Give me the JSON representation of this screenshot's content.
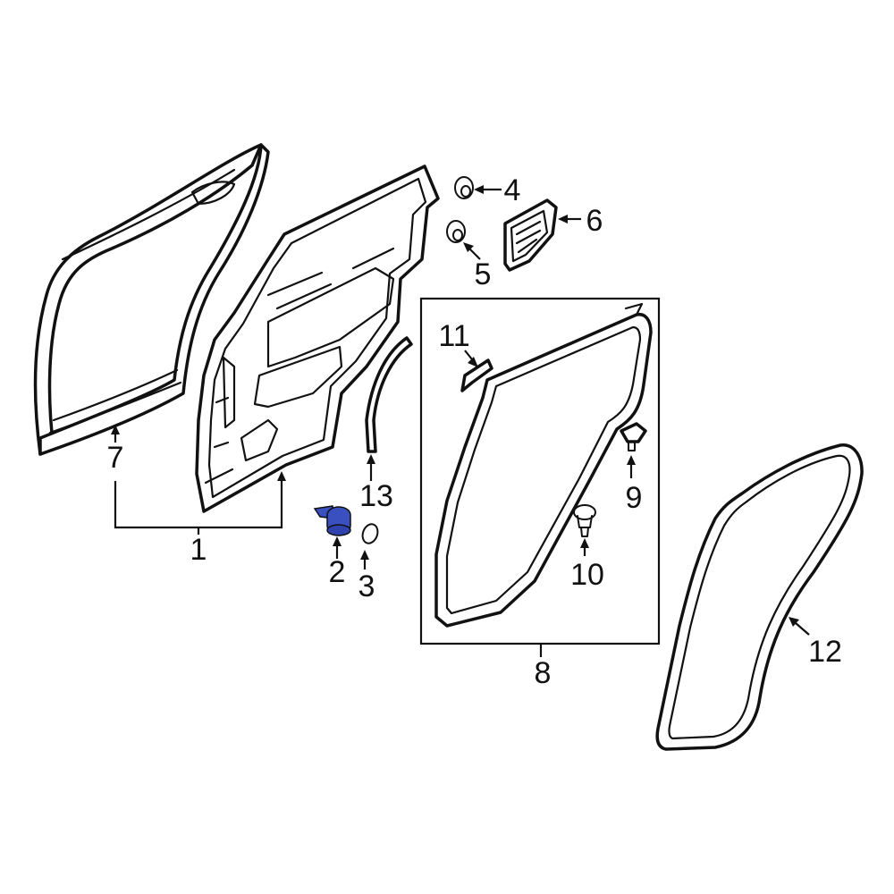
{
  "diagram": {
    "highlight_color": "#3a4fc0",
    "line_color": "#111111",
    "background": "#ffffff",
    "callouts": {
      "c1": "1",
      "c2": "2",
      "c3": "3",
      "c4": "4",
      "c5": "5",
      "c6": "6",
      "c7": "7",
      "c8": "8",
      "c9": "9",
      "c10": "10",
      "c11": "11",
      "c12": "12",
      "c13": "13"
    }
  }
}
